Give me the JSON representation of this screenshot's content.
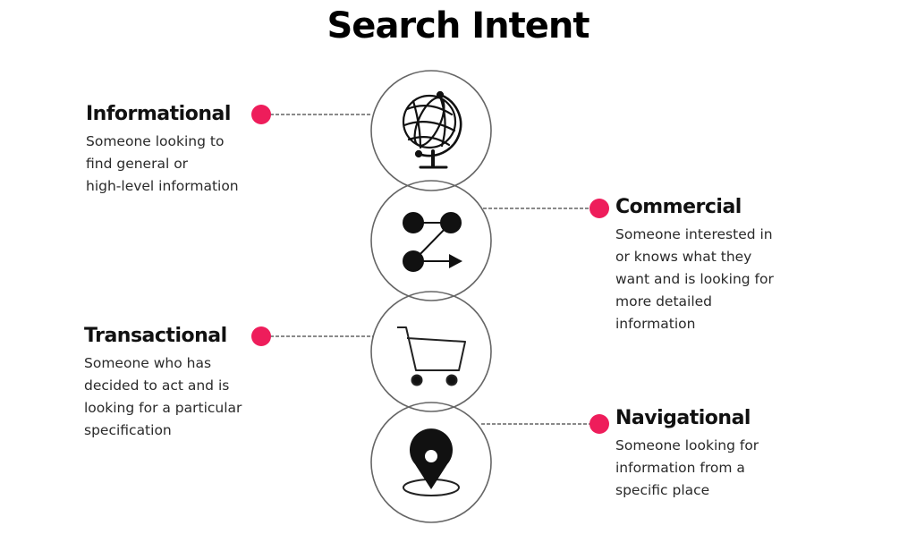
{
  "title": "Search Intent",
  "accent_color": "#ee1d5b",
  "intents": [
    {
      "name": "Informational",
      "description": "Someone looking to\nfind general or\nhigh-level information",
      "icon": "globe-icon",
      "side": "left"
    },
    {
      "name": "Commercial",
      "description": "Someone interested in\nor knows what they\nwant and is looking for\nmore detailed\ninformation",
      "icon": "path-arrow-icon",
      "side": "right"
    },
    {
      "name": "Transactional",
      "description": "Someone who has\ndecided to act and is\nlooking for a particular\nspecification",
      "icon": "shopping-cart-icon",
      "side": "left"
    },
    {
      "name": "Navigational",
      "description": "Someone looking for\ninformation from a\nspecific place",
      "icon": "map-pin-icon",
      "side": "right"
    }
  ]
}
